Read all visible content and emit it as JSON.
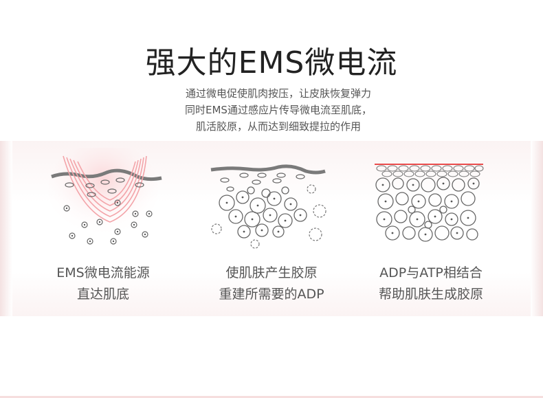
{
  "title": "强大的EMS微电流",
  "description": {
    "line1": "通过微电促使肌肉按压，让皮肤恢复弹力",
    "line2": "同时EMS通过感应片传导微电流至肌底，",
    "line3": "肌活胶原，从而达到细致提拉的作用"
  },
  "panels": [
    {
      "icon": "ems-current-skin-icon",
      "caption_line1": "EMS微电流能源",
      "caption_line2": "直达肌底"
    },
    {
      "icon": "collagen-adp-cells-icon",
      "caption_line1": "使肌肤产生胶原",
      "caption_line2": "重建所需要的ADP"
    },
    {
      "icon": "adp-atp-combined-cells-icon",
      "caption_line1": "ADP与ATP相结合",
      "caption_line2": "帮助肌肤生成胶原"
    }
  ],
  "colors": {
    "glow": "#f08a90",
    "surface_red": "#e94b4b",
    "cell_stroke": "#777777",
    "skin_line": "#777777"
  }
}
